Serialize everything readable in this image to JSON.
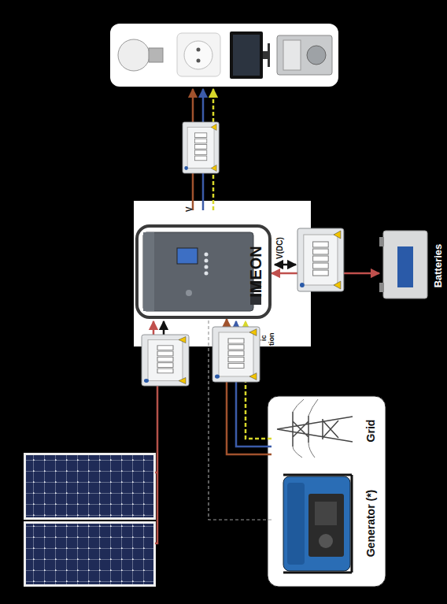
{
  "diagram": {
    "nodes": [
      {
        "text": [
          "IMEON"
        ]
      },
      {
        "text": [
          "Generator (*)"
        ]
      },
      {
        "text": [
          "Grid"
        ]
      },
      {
        "text": [
          "Batteries"
        ]
      }
    ],
    "edges": [
      {
        "from": 0,
        "to": 3,
        "arrow": "both",
        "label": "V(DC)"
      },
      {
        "from": 1,
        "to": 0,
        "arrow": "none"
      },
      {
        "from": 2,
        "to": 0,
        "arrow": "to"
      }
    ],
    "labels": [
      "V",
      "ic",
      "tion"
    ]
  }
}
